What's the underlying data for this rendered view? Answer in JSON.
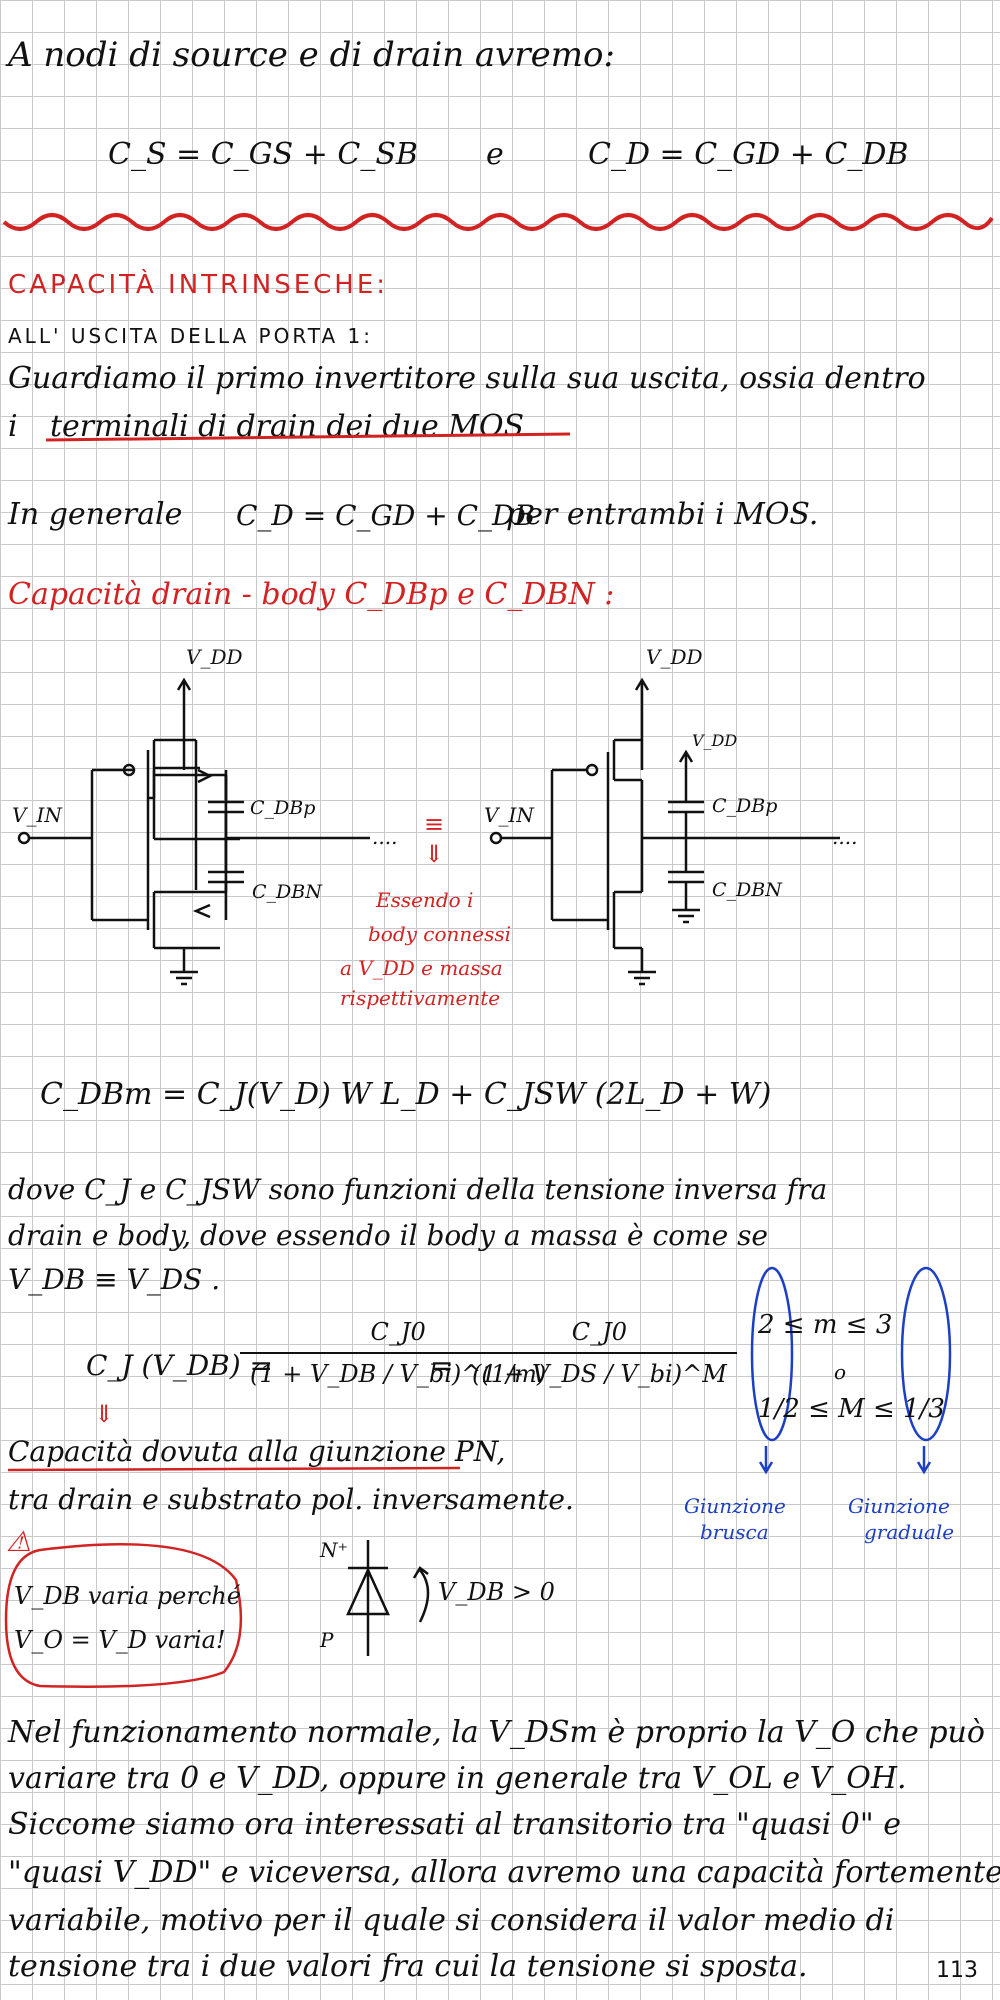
{
  "page": {
    "l01": "A nodi di source e di drain avremo:",
    "eq_cs": "C_S = C_GS + C_SB",
    "conj_e": "e",
    "eq_cd": "C_D = C_GD + C_DB",
    "heading": "CAPACITÀ INTRINSECHE:",
    "subheading": "ALL' USCITA DELLA PORTA 1:",
    "l02": "Guardiamo il primo invertitore sulla sua uscita, ossia dentro",
    "l03a": "i",
    "l03b": "terminali di drain dei due MOS",
    "l04a": "In generale",
    "l04b": "C_D = C_GD + C_DB",
    "l04c": "per entrambi i MOS.",
    "red_title": "Capacità drain - body C_DBp e C_DBN :",
    "circ_vdd": "V_DD",
    "circ_vin": "V_IN",
    "circ_cdbp": "C_DBp",
    "circ_cdbn": "C_DBN",
    "circ_dots": "....",
    "circ_equiv": "≡",
    "circ_arrow": "⇓",
    "circ_vdd2": "V_DD",
    "note1": "Essendo i",
    "note2": "body connessi",
    "note3": "a V_DD e massa",
    "note4": "rispettivamente",
    "formula": "C_DBm = C_J(V_D) W L_D + C_JSW (2L_D + W)",
    "l05": "dove C_J e C_JSW sono funzioni della tensione inversa fra",
    "l06": "drain e body, dove essendo il body a massa è come se",
    "l07": "V_DB ≡ V_DS .",
    "cj_lhs": "C_J (V_DB) =",
    "cj_num1": "C_J0",
    "cj_den1": "(1 + V_DB / V_bi)^(1/m)",
    "cj_eq": "=",
    "cj_num2": "C_J0",
    "cj_den2": "(1 + V_DS / V_bi)^M",
    "m_range": "2 ≤ m ≤ 3",
    "m_or": "o",
    "mu_range": "1/2 ≤ M ≤ 1/3",
    "label_brusca1": "Giunzione",
    "label_brusca2": "brusca",
    "label_graduale1": "Giunzione",
    "label_graduale2": "graduale",
    "down_arrow": "⇓",
    "l08": "Capacità dovuta alla giunzione PN,",
    "l09": "tra drain e substrato pol. inversamente.",
    "warn_icon": "⚠",
    "box1": "V_DB varia perché",
    "box2": "V_O = V_D varia!",
    "diode_top": "N⁺",
    "diode_bottom": "P",
    "diode_v": "V_DB > 0",
    "l10": "Nel funzionamento normale, la V_DSm è proprio la V_O che può",
    "l11": "variare tra 0 e V_DD, oppure in generale tra V_OL e V_OH.",
    "l12": "Siccome siamo ora interessati al transitorio tra \"quasi 0\" e",
    "l13": "\"quasi V_DD\" e viceversa, allora avremo una capacità fortemente",
    "l14": "variabile, motivo per il quale si considera il valor medio di",
    "l15": "tensione tra i due valori fra cui la tensione si sposta.",
    "page_number": "113"
  },
  "colors": {
    "ink": "#111111",
    "red": "#d32222",
    "blue": "#1d3fc4",
    "grid": "#c9c9c9"
  }
}
